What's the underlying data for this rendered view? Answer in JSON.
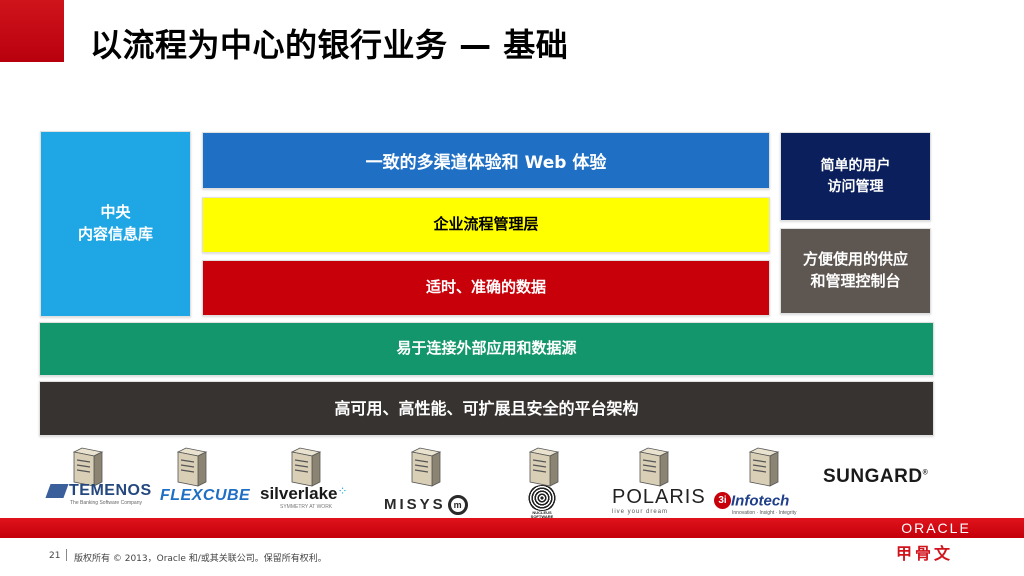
{
  "slide": {
    "title": "以流程为中心的银行业务 — 基础",
    "accent_color": "#c8000a"
  },
  "blocks": {
    "content_repository": {
      "line1": "中央",
      "line2": "内容信息库",
      "color": "#1ea7e4"
    },
    "channel_experience": {
      "label": "一致的多渠道体验和 Web 体验",
      "color": "#1f6fc4"
    },
    "process_layer": {
      "label": "企业流程管理层",
      "color": "#ffff00"
    },
    "timely_data": {
      "label": "适时、准确的数据",
      "color": "#c8000a"
    },
    "user_access": {
      "line1": "简单的用户",
      "line2": "访问管理",
      "color": "#0b1f5c"
    },
    "provisioning_console": {
      "line1": "方便使用的供应",
      "line2": "和管理控制台",
      "color": "#5e5651"
    },
    "external_connect": {
      "label": "易于连接外部应用和数据源",
      "color": "#14966c"
    },
    "platform": {
      "label": "高可用、高性能、可扩展且安全的平台架构",
      "color": "#373330"
    }
  },
  "servers": [
    "server-icon",
    "server-icon",
    "server-icon",
    "server-icon",
    "server-icon",
    "server-icon",
    "server-icon"
  ],
  "vendors": {
    "temenos": {
      "name": "TEMENOS",
      "tagline": "The Banking Software Company"
    },
    "flexcube": {
      "name": "FLEXCUBE"
    },
    "silverlake": {
      "name": "silverlake",
      "tagline": "SYMMETRY AT WORK"
    },
    "misys": {
      "name": "MISYS",
      "mark": "m"
    },
    "nucleus": {
      "line1": "NUCLEUS",
      "line2": "SOFTWARE"
    },
    "polaris": {
      "name": "POLARIS",
      "tagline": "live your dream"
    },
    "infotech": {
      "badge": "3i",
      "name": "Infotech",
      "tagline": "Innovation · Insight · Integrity"
    },
    "sungard": {
      "name": "SUNGARD",
      "mark": "®"
    }
  },
  "footer": {
    "page_number": "21",
    "copyright": "版权所有 © 2013，Oracle 和/或其关联公司。保留所有权利。",
    "oracle_logo": "ORACLE",
    "oracle_cn": "甲骨文"
  }
}
